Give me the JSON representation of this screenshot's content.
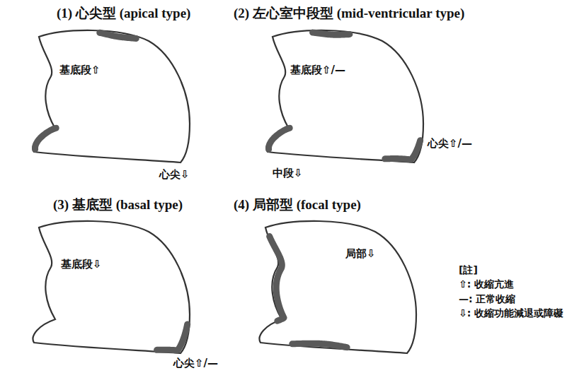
{
  "diagram": {
    "nodes": [
      {
        "text": [
          "(1) 心尖型 (apical type)",
          "基底段⇧",
          "心尖⇩"
        ]
      },
      {
        "text": [
          "(2) 左心室中段型 (mid-ventricular type)",
          "基底段⇧/—",
          "中段⇩",
          "心尖⇧/—"
        ]
      },
      {
        "text": [
          "(3) 基底型 (basal type)",
          "基底段⇩",
          "心尖⇧/—"
        ]
      },
      {
        "text": [
          "(4) 局部型 (focal type)",
          "局部⇩"
        ]
      }
    ],
    "labels": [
      "[註]"
    ],
    "legend": [
      {
        "text": "⇧: 收縮亢進"
      },
      {
        "text": "—: 正常收縮"
      },
      {
        "text": "⇩: 收縮功能減退或障礙"
      }
    ]
  }
}
